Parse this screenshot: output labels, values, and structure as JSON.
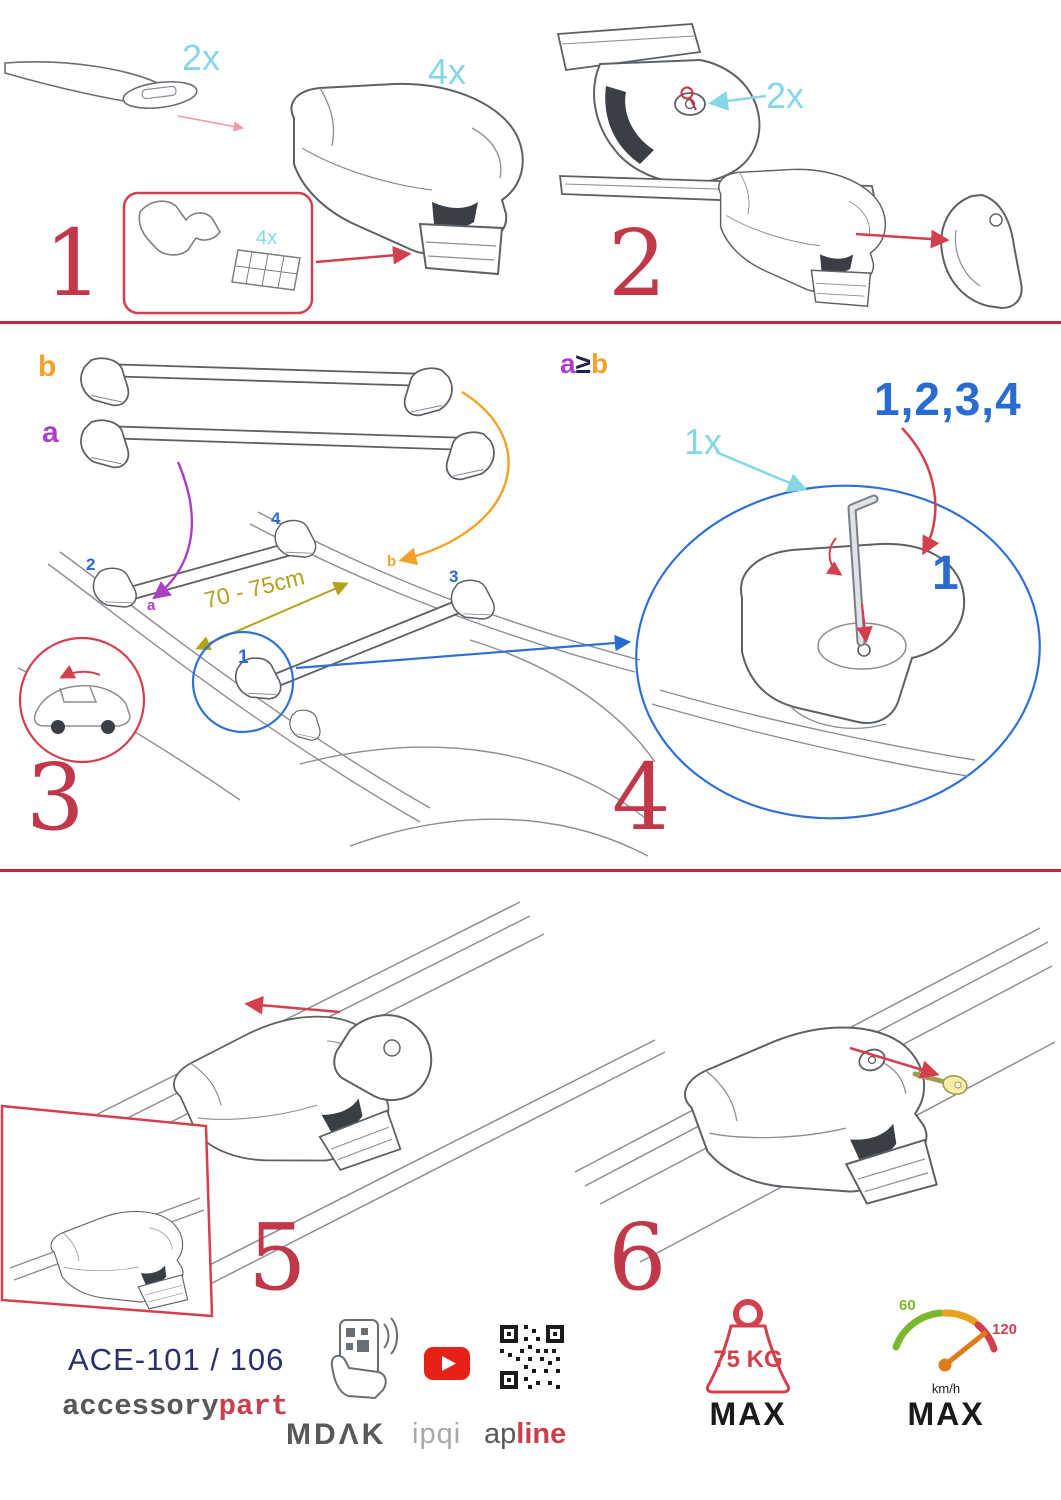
{
  "colors": {
    "step_red": "#c1384a",
    "accent_red": "#d2404e",
    "cyan": "#86d7e6",
    "blue": "#2a6bd2",
    "purple": "#ab3fc6",
    "orange": "#f2a229",
    "olive": "#b1a11d",
    "navy": "#2b2f6e",
    "gray": "#58595b",
    "green": "#7cb82f",
    "youtube_red": "#e62117"
  },
  "steps": {
    "s1": {
      "num": "1",
      "bar_qty": "2x",
      "foot_qty": "4x",
      "pad_qty": "4x"
    },
    "s2": {
      "num": "2",
      "lock_qty": "2x"
    },
    "s3": {
      "num": "3",
      "bar_b_label": "b",
      "bar_a_label": "a",
      "distance": "70 - 75cm",
      "pos_1": "1",
      "pos_2": "2",
      "pos_3": "3",
      "pos_4": "4",
      "roof_a_label": "a",
      "roof_b_label": "b"
    },
    "s4": {
      "num": "4",
      "formula_a": "a",
      "formula_op": "≥",
      "formula_b": "b",
      "sequence": "1,2,3,4",
      "tool_qty": "1x",
      "first_pos": "1"
    },
    "s5": {
      "num": "5"
    },
    "s6": {
      "num": "6"
    }
  },
  "footer": {
    "product_code": "ACE-101 / 106",
    "brand_accessory": "accessory",
    "brand_part": "part",
    "logo_mdak": "MDΛK",
    "logo_ipqi": "ipqi",
    "logo_ap": "ap",
    "logo_line": "line",
    "weight_limit": "75 KG",
    "weight_max": "MAX",
    "speed_low": "60",
    "speed_high": "120",
    "speed_unit": "km/h",
    "speed_max": "MAX"
  }
}
